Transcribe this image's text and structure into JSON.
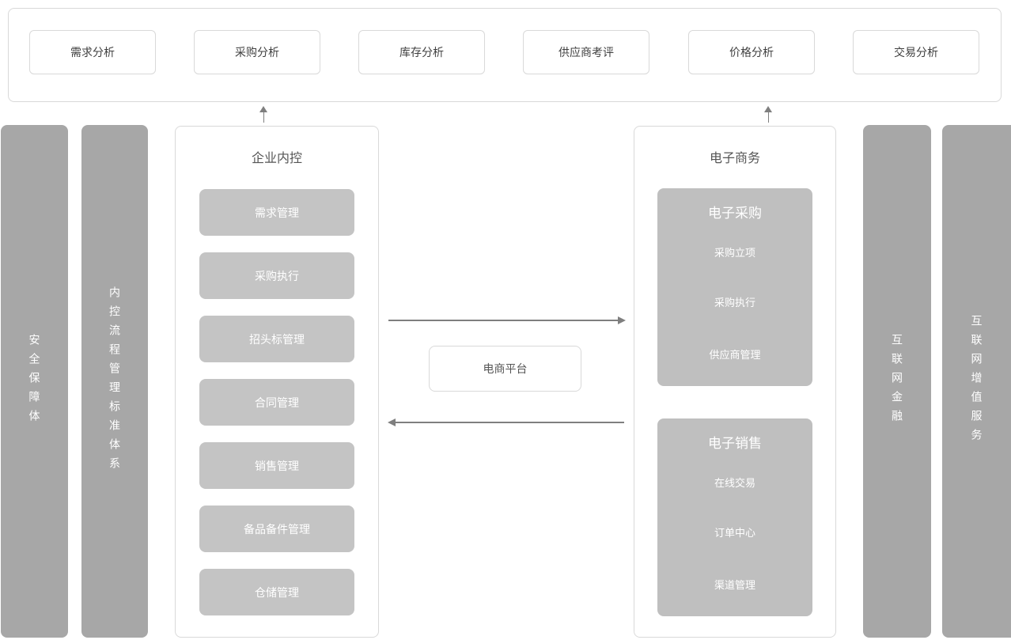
{
  "diagram": {
    "top_bar": {
      "items": [
        "需求分析",
        "采购分析",
        "库存分析",
        "供应商考评",
        "价格分析",
        "交易分析"
      ]
    },
    "left_bars": [
      "安全保障体",
      "内控流程管理标准体系"
    ],
    "right_bars": [
      "互联网金融",
      "互联网增值服务"
    ],
    "internal_control": {
      "title": "企业内控",
      "items": [
        "需求管理",
        "采购执行",
        "招头标管理",
        "合同管理",
        "销售管理",
        "备品备件管理",
        "仓储管理"
      ]
    },
    "ecommerce": {
      "title": "电子商务",
      "sections": [
        {
          "title": "电子采购",
          "items": [
            "采购立项",
            "采购执行",
            "供应商管理"
          ]
        },
        {
          "title": "电子销售",
          "items": [
            "在线交易",
            "订单中心",
            "渠道管理"
          ]
        }
      ]
    },
    "platform": {
      "label": "电商平台"
    },
    "colors": {
      "panel_border": "#d9d9d9",
      "side_bar_bg": "#a7a7a7",
      "item_bg": "#c4c4c4",
      "section_bg": "#bfbfbf",
      "arrow": "#7f7f7f",
      "dark_text": "#404040",
      "title_text": "#555555",
      "light_text": "#ffffff"
    }
  }
}
